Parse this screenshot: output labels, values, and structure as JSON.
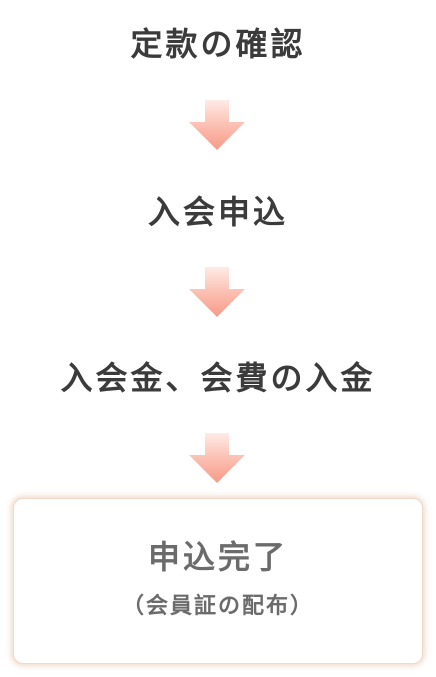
{
  "flow": {
    "steps": [
      {
        "label": "定款の確認"
      },
      {
        "label": "入会申込"
      },
      {
        "label": "入会金、会費の入金"
      }
    ],
    "final": {
      "title": "申込完了",
      "subtitle": "（会員証の配布）"
    }
  },
  "arrow_icon": "arrow-down-icon",
  "colors": {
    "arrow_top": "#fde8e3",
    "arrow_bottom": "#f79a87",
    "text": "#3b3b3b",
    "final_text": "#6b6b6b",
    "final_border_glow": "#e2bea0"
  }
}
